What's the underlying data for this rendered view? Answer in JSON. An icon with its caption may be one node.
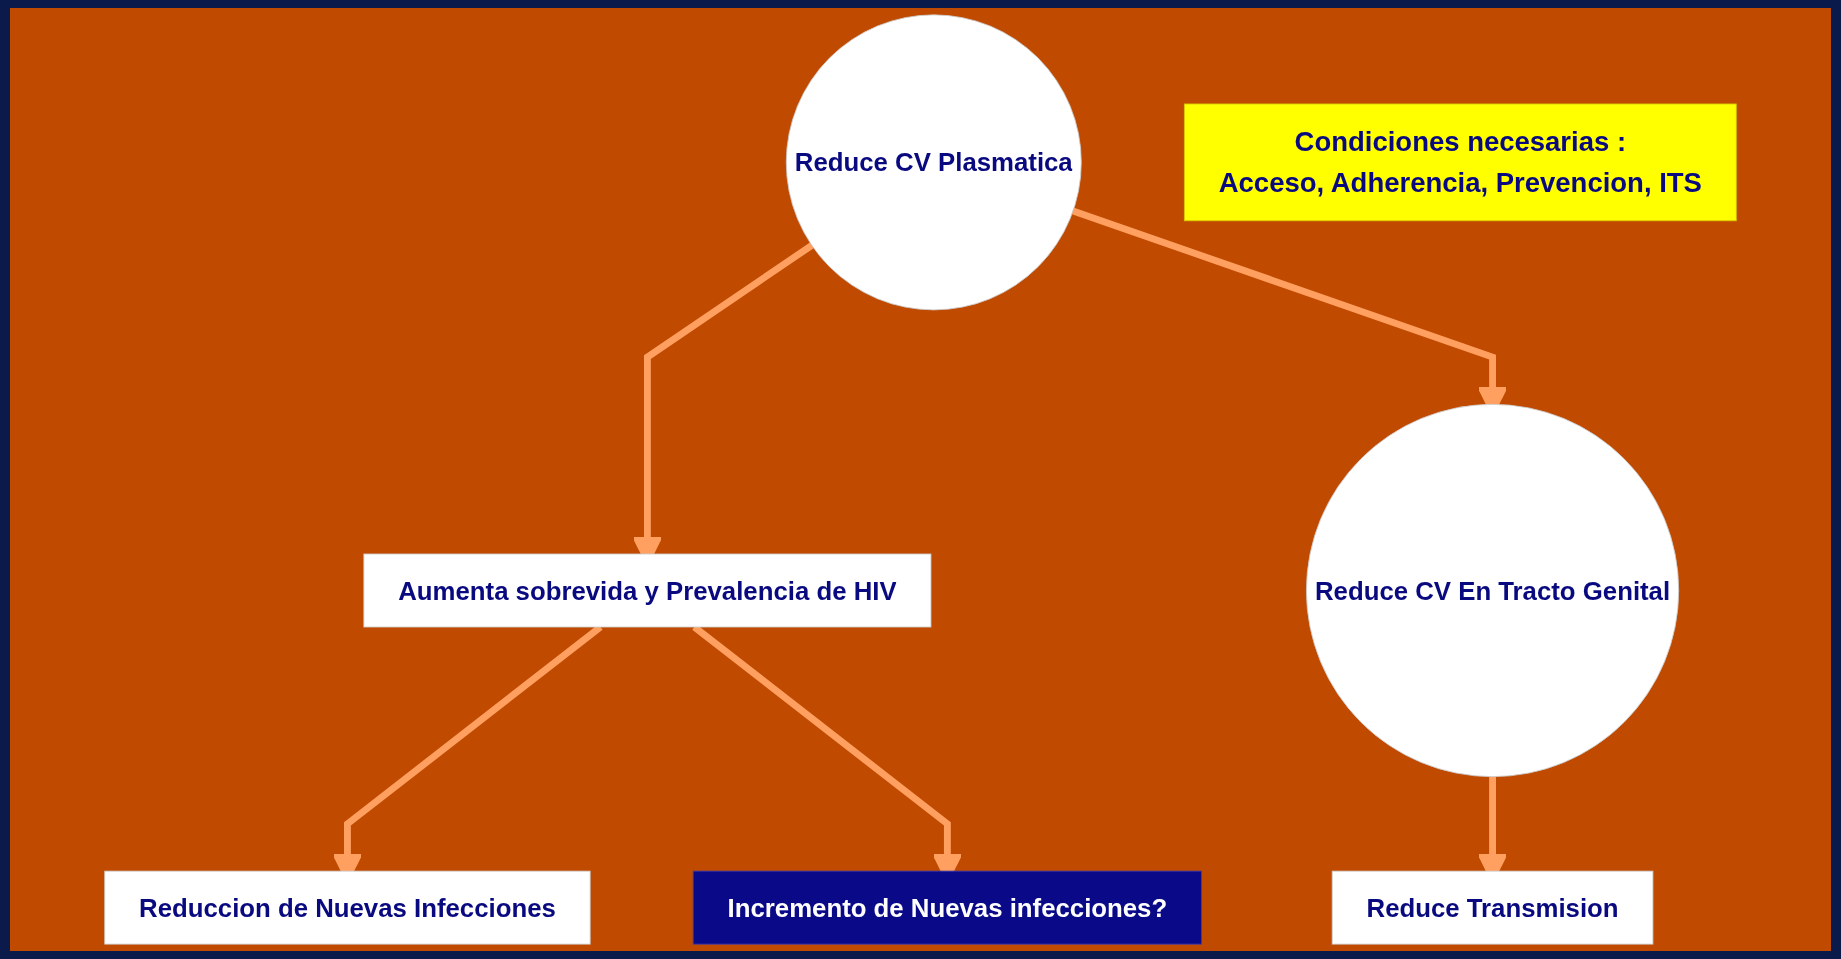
{
  "diagram": {
    "nodes": [
      {
        "text": [
          "Reduce CV Plasmatica"
        ]
      },
      {
        "text": [
          "Aumenta sobrevida y Prevalencia de HIV"
        ]
      },
      {
        "text": [
          "Reduce CV En Tracto Genital"
        ]
      },
      {
        "text": [
          "Reduce Transmision"
        ]
      },
      {
        "text": [
          "Reduccion de Nuevas Infecciones"
        ]
      },
      {
        "text": [
          "Incremento de Nuevas infecciones?"
        ]
      },
      {
        "text": [
          "Condiciones necesarias :",
          "Acceso, Adherencia, Prevencion, ITS"
        ]
      }
    ],
    "edges": [
      {
        "from": 0,
        "to": 1,
        "arrow": "to"
      },
      {
        "from": 0,
        "to": 2,
        "arrow": "to"
      },
      {
        "from": 2,
        "to": 3,
        "arrow": "to"
      },
      {
        "from": 1,
        "to": 4,
        "arrow": "to"
      },
      {
        "from": 1,
        "to": 5,
        "arrow": "to"
      }
    ]
  }
}
